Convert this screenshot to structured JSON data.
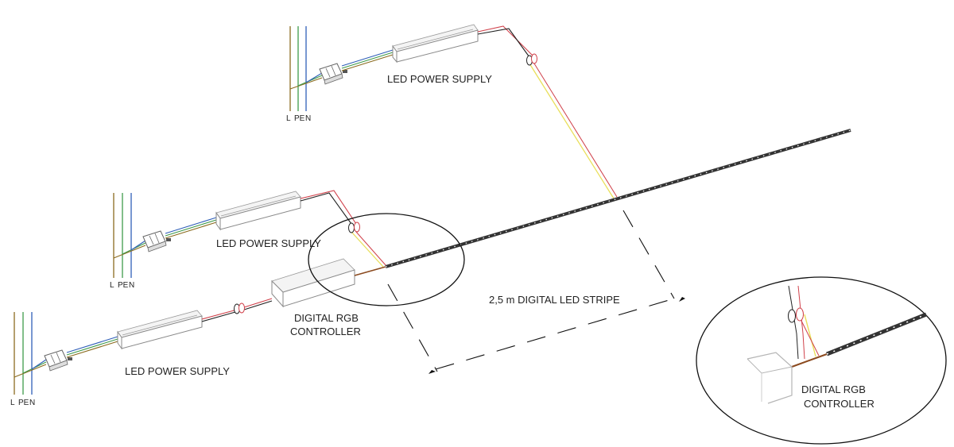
{
  "labels": {
    "psu_top": "LED POWER SUPPLY",
    "psu_middle": "LED POWER SUPPLY",
    "psu_bottom": "LED POWER SUPPLY",
    "controller": [
      "DIGITAL RGB",
      "CONTROLLER"
    ],
    "stripe": "2,5 m DIGITAL LED STRIPE",
    "detail_controller": [
      "DIGITAL RGB",
      "CONTROLLER"
    ],
    "mains_terminals": [
      "L",
      "PE",
      "N"
    ]
  },
  "colors": {
    "live": "#8b6b1f",
    "earth": "#3f9a4a",
    "neutral": "#2f5fb8",
    "red": "#d0404a",
    "black": "#222222",
    "yellow": "#e9df5a",
    "strip": "#333333"
  }
}
